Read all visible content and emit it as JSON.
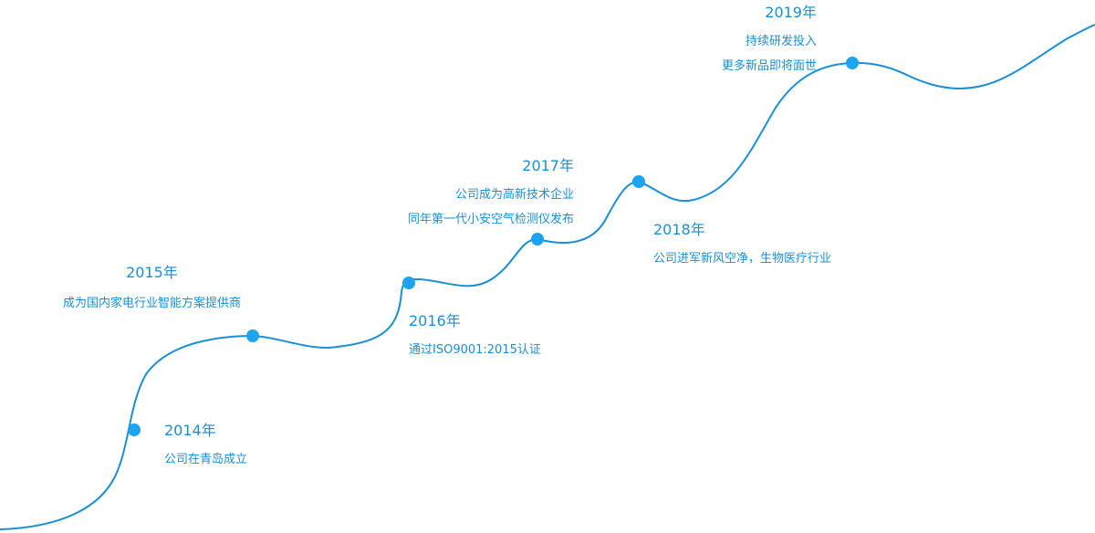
{
  "colors": {
    "accent": "#1a8fd6",
    "curve": "#1a8fd6",
    "dot": "#1da4ee"
  },
  "milestones": [
    {
      "year": "2014年",
      "lines": [
        "公司在青岛成立"
      ]
    },
    {
      "year": "2015年",
      "lines": [
        "成为国内家电行业智能方案提供商"
      ]
    },
    {
      "year": "2016年",
      "lines": [
        "通过ISO9001:2015认证"
      ]
    },
    {
      "year": "2017年",
      "lines": [
        "公司成为高新技术企业",
        "同年第一代小安空气检测仪发布"
      ]
    },
    {
      "year": "2018年",
      "lines": [
        "公司进军新风空净，生物医疗行业"
      ]
    },
    {
      "year": "2019年",
      "lines": [
        "持续研发投入",
        "更多新品即将面世"
      ]
    }
  ]
}
